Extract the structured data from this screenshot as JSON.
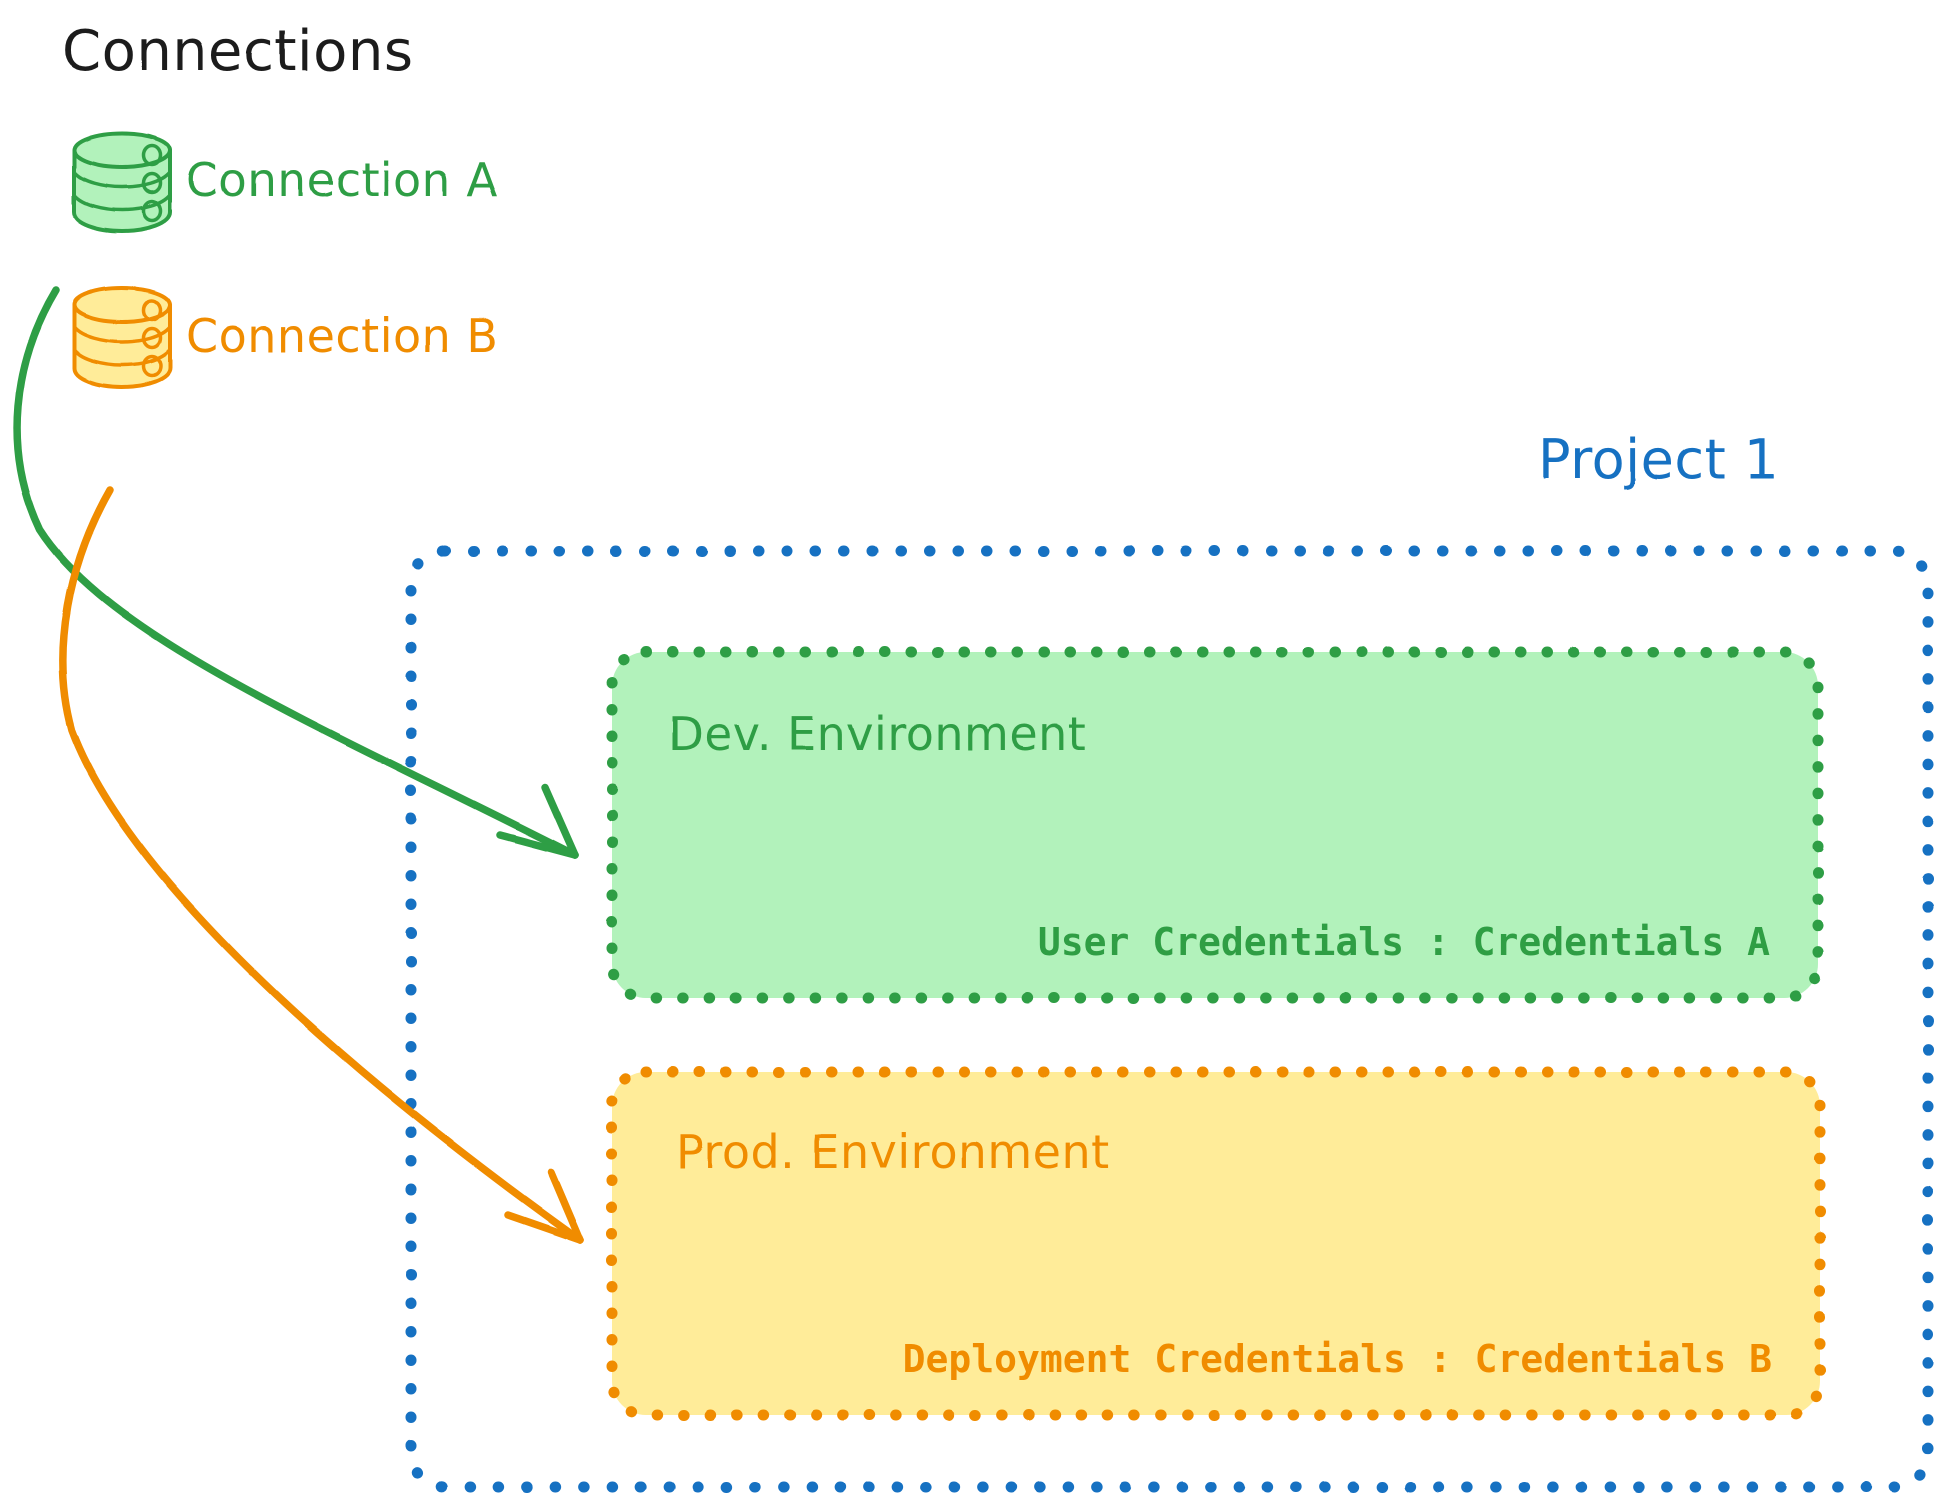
{
  "diagram": {
    "title": "Connections",
    "connections_heading": "Connections",
    "connections": [
      {
        "label": "Connection A",
        "color": "#2f9e44",
        "fill": "#b2f2bb",
        "icon": "database-icon"
      },
      {
        "label": "Connection B",
        "color": "#f08c00",
        "fill": "#ffec99",
        "icon": "database-icon"
      }
    ],
    "project": {
      "label": "Project 1",
      "color": "#1971c2",
      "environments": [
        {
          "name": "Dev. Environment",
          "credentials_label": "User Credentials : Credentials A",
          "color": "#2f9e44",
          "fill": "#b2f2bb"
        },
        {
          "name": "Prod. Environment",
          "credentials_label": "Deployment Credentials : Credentials B",
          "color": "#f08c00",
          "fill": "#ffec99"
        }
      ]
    },
    "arrows": [
      {
        "from": "Connection A",
        "to": "Dev. Environment",
        "color": "#2f9e44"
      },
      {
        "from": "Connection B",
        "to": "Prod. Environment",
        "color": "#f08c00"
      }
    ],
    "colors": {
      "green_stroke": "#2f9e44",
      "green_fill": "#b2f2bb",
      "orange_stroke": "#f08c00",
      "orange_fill": "#ffec99",
      "blue_stroke": "#1971c2",
      "black_stroke": "#1e1e1e",
      "background": "#ffffff"
    }
  }
}
